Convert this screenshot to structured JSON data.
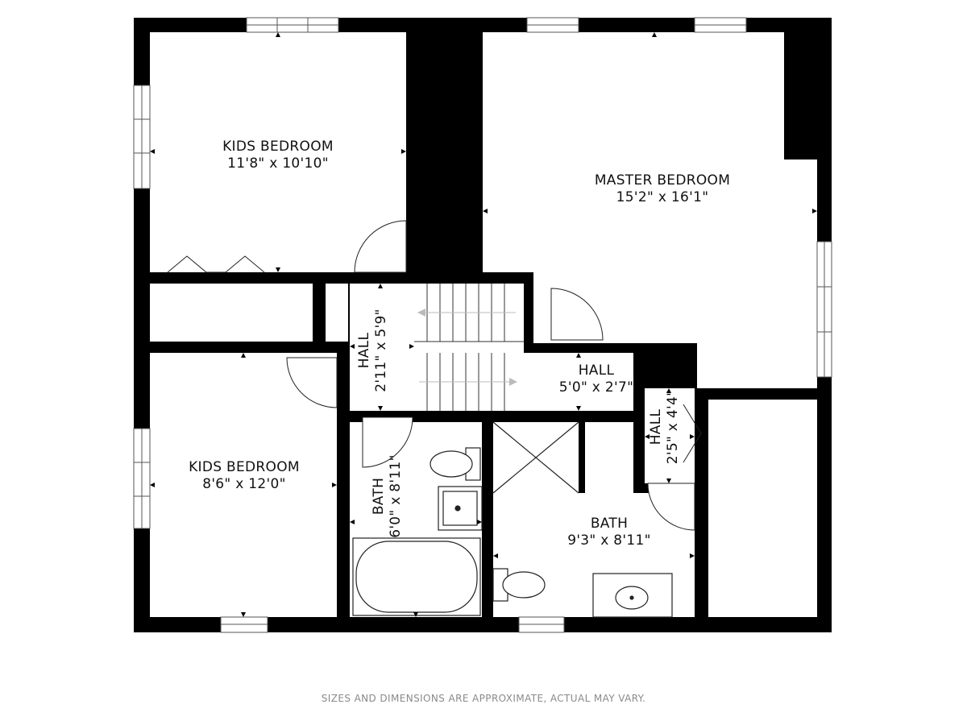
{
  "rooms": {
    "kids_bedroom_top": {
      "name": "KIDS BEDROOM",
      "dims": "11'8\" x 10'10\""
    },
    "master_bedroom": {
      "name": "MASTER BEDROOM",
      "dims": "15'2\" x 16'1\""
    },
    "hall_vertical": {
      "name": "HALL",
      "dims": "2'11\" x 5'9\""
    },
    "hall_small": {
      "name": "HALL",
      "dims": "5'0\" x 2'7\""
    },
    "hall_narrow": {
      "name": "HALL",
      "dims": "2'5\" x 4'4\""
    },
    "kids_bedroom_bottom": {
      "name": "KIDS BEDROOM",
      "dims": "8'6\" x 12'0\""
    },
    "bath_left": {
      "name": "BATH",
      "dims": "6'0\" x 8'11\""
    },
    "bath_right": {
      "name": "BATH",
      "dims": "9'3\" x 8'11\""
    }
  },
  "disclaimer": "SIZES AND DIMENSIONS ARE APPROXIMATE, ACTUAL MAY VARY.",
  "colors": {
    "wall": "#000000",
    "floor": "#ffffff",
    "fixture_stroke": "#222222",
    "stair_arrow": "#bbbbbb",
    "disclaimer": "#8a8a8a"
  }
}
